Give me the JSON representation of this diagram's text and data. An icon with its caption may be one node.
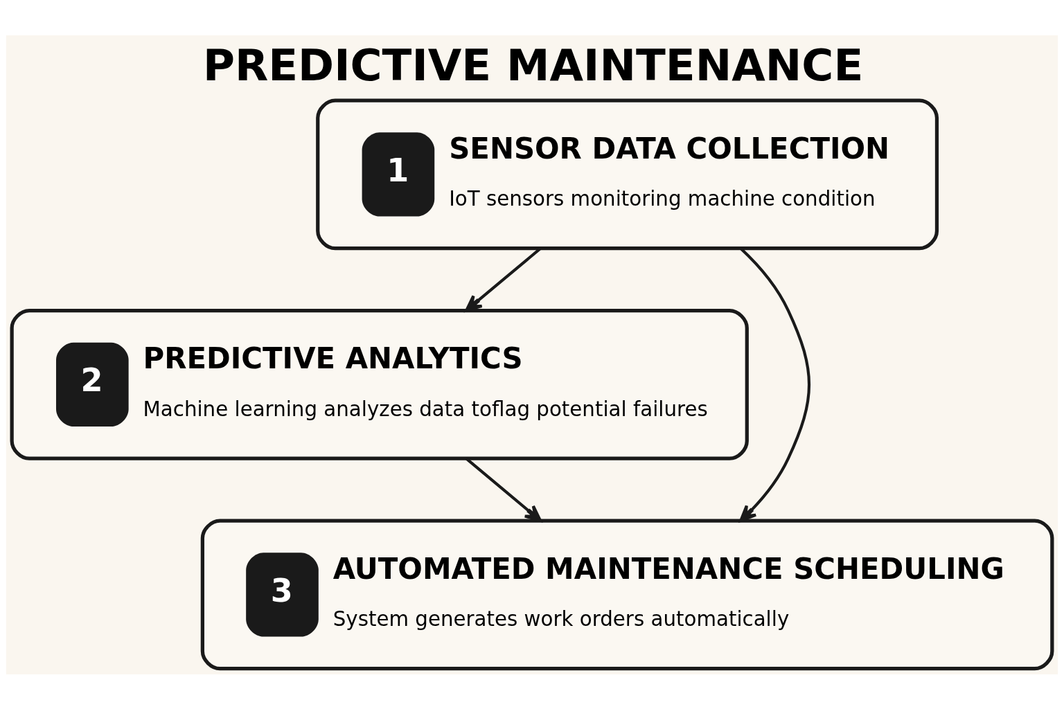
{
  "diagram": {
    "title": "PREDICTIVE MAINTENANCE",
    "nodes": [
      {
        "text": [
          "1",
          "SENSOR DATA COLLECTION",
          "IoT sensors monitoring machine condition"
        ]
      },
      {
        "text": [
          "2",
          "PREDICTIVE ANALYTICS",
          "Machine learning analyzes data toflag potential failures"
        ]
      },
      {
        "text": [
          "3",
          "AUTOMATED MAINTENANCE SCHEDULING",
          "System generates work orders automatically"
        ]
      }
    ],
    "edges": [
      {
        "from": 0,
        "to": 1,
        "arrow": "to"
      },
      {
        "from": 0,
        "to": 2,
        "arrow": "to"
      },
      {
        "from": 1,
        "to": 2,
        "arrow": "to"
      }
    ]
  }
}
